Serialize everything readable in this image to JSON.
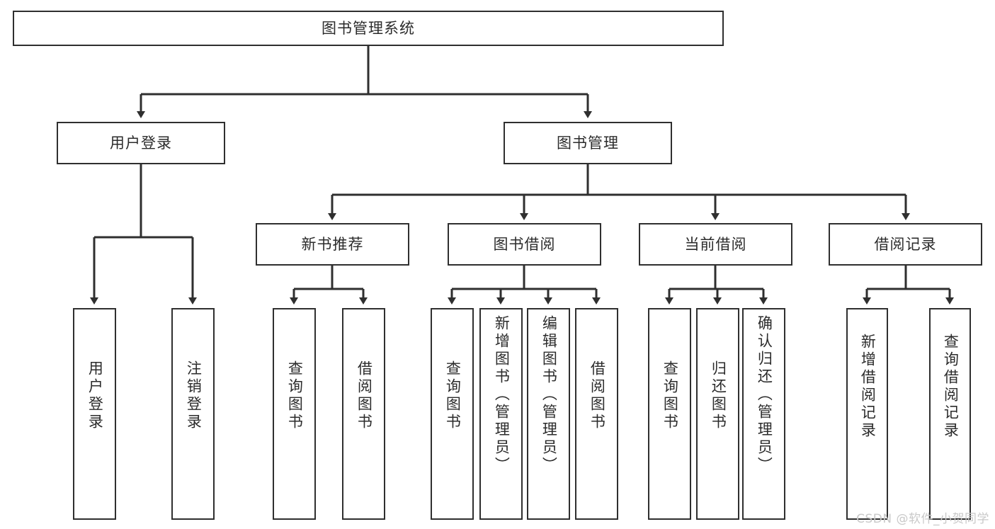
{
  "diagram": {
    "title": "图书管理系统",
    "type": "tree",
    "root": {
      "label": "图书管理系统"
    },
    "level2": [
      {
        "label": "用户登录"
      },
      {
        "label": "图书管理"
      }
    ],
    "level3": [
      {
        "label": "新书推荐"
      },
      {
        "label": "图书借阅"
      },
      {
        "label": "当前借阅"
      },
      {
        "label": "借阅记录"
      }
    ],
    "leaves": {
      "user_login": [
        {
          "label": "用户登录"
        },
        {
          "label": "注销登录"
        }
      ],
      "new_book_recommend": [
        {
          "label": "查询图书"
        },
        {
          "label": "借阅图书"
        }
      ],
      "book_borrow": [
        {
          "label": "查询图书"
        },
        {
          "label": "新增图书（管理员）"
        },
        {
          "label": "编辑图书（管理员）"
        },
        {
          "label": "借阅图书"
        }
      ],
      "current_borrow": [
        {
          "label": "查询图书"
        },
        {
          "label": "归还图书"
        },
        {
          "label": "确认归还（管理员）"
        }
      ],
      "borrow_record": [
        {
          "label": "新增借阅记录"
        },
        {
          "label": "查询借阅记录"
        }
      ]
    }
  },
  "watermark": {
    "text": "CSDN @软件_小贺同学"
  },
  "colors": {
    "stroke": "#2f2f2f",
    "text": "#2b2b2b",
    "background": "#ffffff",
    "watermark": "#c9c9c9"
  }
}
